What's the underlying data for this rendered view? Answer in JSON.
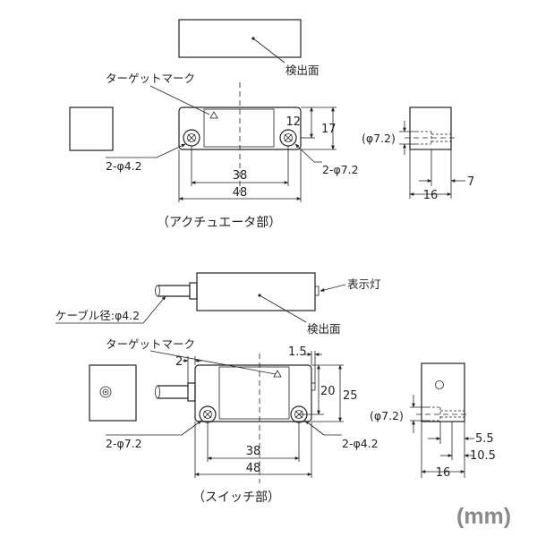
{
  "actuator": {
    "detection_face_label": "検出面",
    "target_mark_label": "ターゲットマーク",
    "hole_small_label": "2-φ4.2",
    "hole_large_label": "2-φ7.2",
    "dim_12": "12",
    "dim_17": "17",
    "dim_38": "38",
    "dim_48": "48",
    "side_phi_label": "(φ7.2)",
    "dim_16": "16",
    "dim_7": "7",
    "caption": "（アクチュエータ部）"
  },
  "switch": {
    "indicator_label": "表示灯",
    "cable_label": "ケーブル径:φ4.2",
    "detection_face_label": "検出面",
    "target_mark_label": "ターゲットマーク",
    "dim_1_5": "1.5",
    "dim_2": "2",
    "dim_20": "20",
    "dim_25": "25",
    "hole_large_label": "2-φ7.2",
    "hole_small_label": "2-φ4.2",
    "dim_38": "38",
    "dim_48": "48",
    "side_phi_label": "(φ7.2)",
    "dim_5_5": "5.5",
    "dim_10_5": "10.5",
    "dim_16": "16",
    "caption": "（スイッチ部）"
  },
  "unit_label": "(mm)"
}
